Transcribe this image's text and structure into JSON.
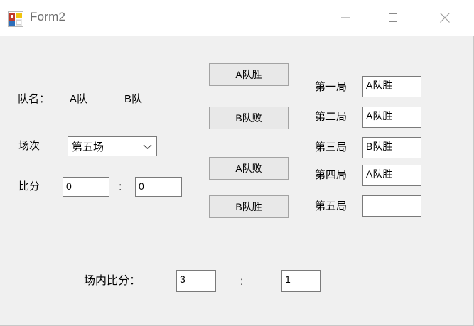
{
  "window": {
    "title": "Form2",
    "icon": "vs-form-icon",
    "controls": {
      "minimize": "minimize-icon",
      "maximize": "maximize-icon",
      "close": "close-icon"
    }
  },
  "left_panel": {
    "team_label": "队名：",
    "team_a": "A队",
    "team_b": "B队",
    "match_label": "场次",
    "match_value": "第五场",
    "match_options": [
      "第五场"
    ],
    "score_label": "比分",
    "score_a": "0",
    "score_b": "0",
    "score_separator": ":"
  },
  "buttons": [
    {
      "label": "A队胜"
    },
    {
      "label": "B队败"
    },
    {
      "label": "A队败"
    },
    {
      "label": "B队胜"
    }
  ],
  "games": [
    {
      "label": "第一局",
      "result": "A队胜"
    },
    {
      "label": "第二局",
      "result": "A队胜"
    },
    {
      "label": "第三局",
      "result": "B队胜"
    },
    {
      "label": "第四局",
      "result": "A队胜"
    },
    {
      "label": "第五局",
      "result": ""
    }
  ],
  "footer": {
    "label": "场内比分：",
    "score_a": "3",
    "score_b": "1",
    "separator": ":"
  },
  "colors": {
    "window_background": "#f0f0f0",
    "titlebar_background": "#ffffff",
    "button_face": "#e8e8e8",
    "border": "#7a7a7a",
    "title_text": "#6e6e6e"
  }
}
